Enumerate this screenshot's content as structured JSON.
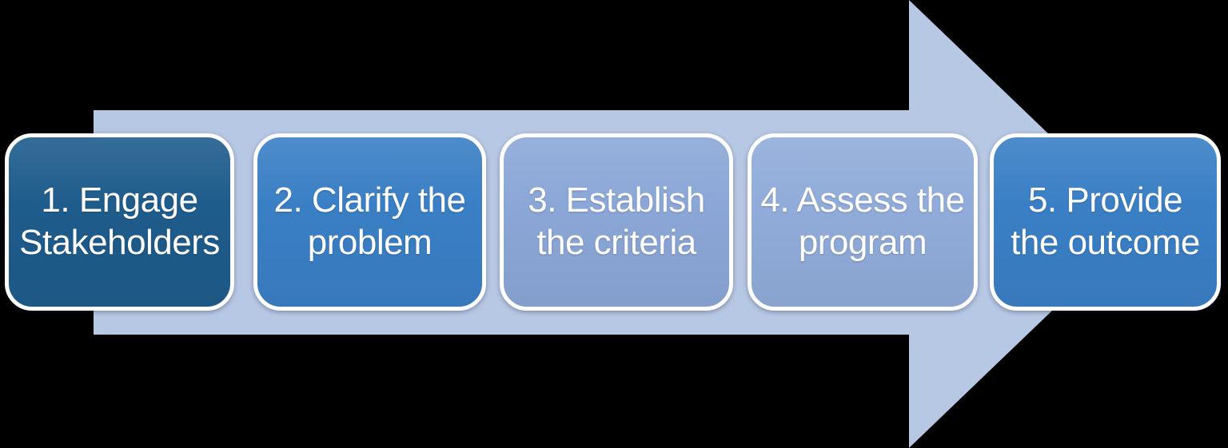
{
  "diagram": {
    "type": "process-arrow",
    "direction": "right",
    "background": "#000000",
    "text_color": "#FFFFFF",
    "box_border_color": "#FFFFFF",
    "arrow": {
      "color": "#B7C8E4"
    },
    "steps": [
      {
        "label": "1. Engage\nStakeholders",
        "color": "#1E5C8C"
      },
      {
        "label": "2. Clarify the\nproblem",
        "color": "#3A7FC5"
      },
      {
        "label": "3. Establish\nthe criteria",
        "color": "#8BA7D7"
      },
      {
        "label": "4. Assess the\nprogram",
        "color": "#91ACDA"
      },
      {
        "label": "5. Provide\nthe outcome",
        "color": "#3A7FC5"
      }
    ]
  }
}
